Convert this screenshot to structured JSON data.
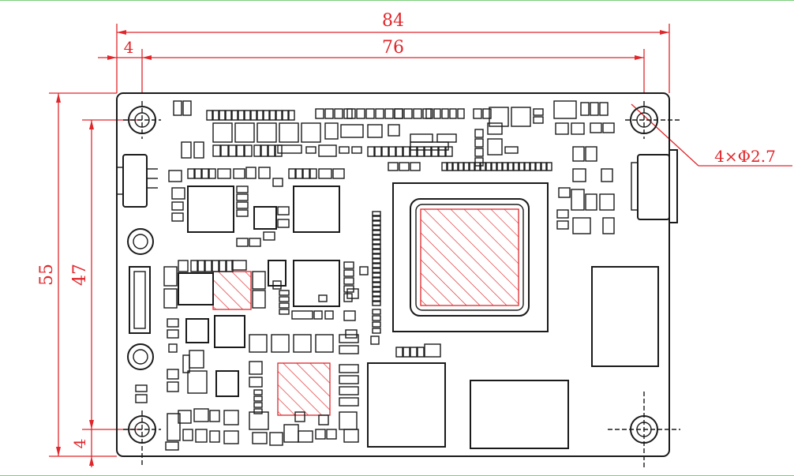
{
  "dimensions": {
    "width_total": "84",
    "width_holes": "76",
    "edge_offset_top": "4",
    "height_total": "55",
    "height_holes": "47",
    "edge_offset_left": "4",
    "hole_spec": "4×Φ2.7"
  },
  "colors": {
    "dimension": "#e0262b",
    "outline": "#1a1a1a",
    "frame": "#7cd07c"
  }
}
